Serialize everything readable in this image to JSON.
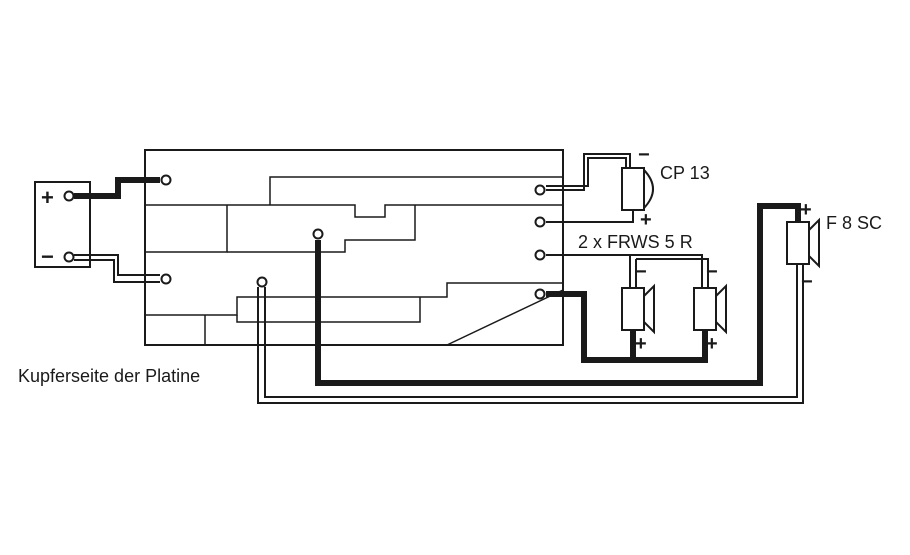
{
  "labels": {
    "cp13": "CP 13",
    "frws": "2 x FRWS 5 R",
    "f8sc": "F 8 SC",
    "pcb_caption": "Kupferseite der Platine"
  },
  "signs": {
    "plus": "+",
    "minus": "−"
  },
  "colors": {
    "ink": "#1a1a1a",
    "background": "#ffffff"
  }
}
